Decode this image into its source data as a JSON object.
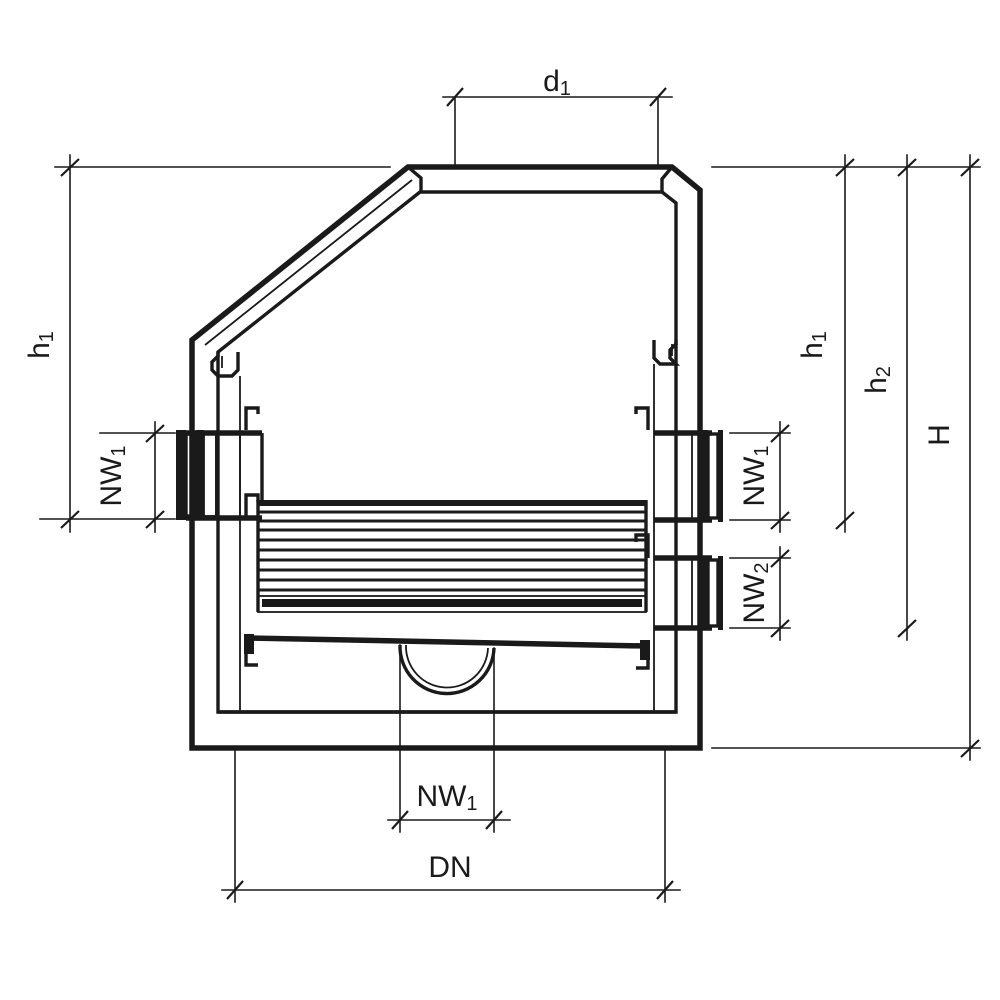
{
  "drawing": {
    "type": "technical-cross-section",
    "subject": "filter housing / strainer vessel cross-section",
    "background_color": "#ffffff",
    "line_color": "#1a1a1a"
  },
  "dimensions": {
    "d1": {
      "label": "d",
      "subscript": "1",
      "full": "d₁",
      "orientation": "horizontal",
      "position": "top"
    },
    "h1_left": {
      "label": "h",
      "subscript": "1",
      "full": "h₁",
      "orientation": "vertical",
      "position": "left"
    },
    "nw1_left": {
      "label": "NW",
      "subscript": "1",
      "full": "NW₁",
      "orientation": "vertical",
      "position": "left"
    },
    "nw1_right": {
      "label": "NW",
      "subscript": "1",
      "full": "NW₁",
      "orientation": "vertical",
      "position": "right"
    },
    "nw2_right": {
      "label": "NW",
      "subscript": "2",
      "full": "NW₂",
      "orientation": "vertical",
      "position": "right"
    },
    "h1_right": {
      "label": "h",
      "subscript": "1",
      "full": "h₁",
      "orientation": "vertical",
      "position": "right"
    },
    "h2_right": {
      "label": "h",
      "subscript": "2",
      "full": "h₂",
      "orientation": "vertical",
      "position": "right"
    },
    "H_right": {
      "label": "H",
      "subscript": "",
      "full": "H",
      "orientation": "vertical",
      "position": "right"
    },
    "nw1_bottom": {
      "label": "NW",
      "subscript": "1",
      "full": "NW₁",
      "orientation": "horizontal",
      "position": "bottom"
    },
    "dn_bottom": {
      "label": "DN",
      "subscript": "",
      "full": "DN",
      "orientation": "horizontal",
      "position": "bottom"
    }
  },
  "components": {
    "housing": "main vessel body with sloped upper-left corner",
    "left_flange": "left side pipe connection flange",
    "right_flange_upper": "upper right side pipe connection flange",
    "right_flange_lower": "lower right side pipe connection flange",
    "filter_element": "horizontally striped filter / screen cartridge",
    "drain_port": "semicircular bottom drain outlet"
  }
}
